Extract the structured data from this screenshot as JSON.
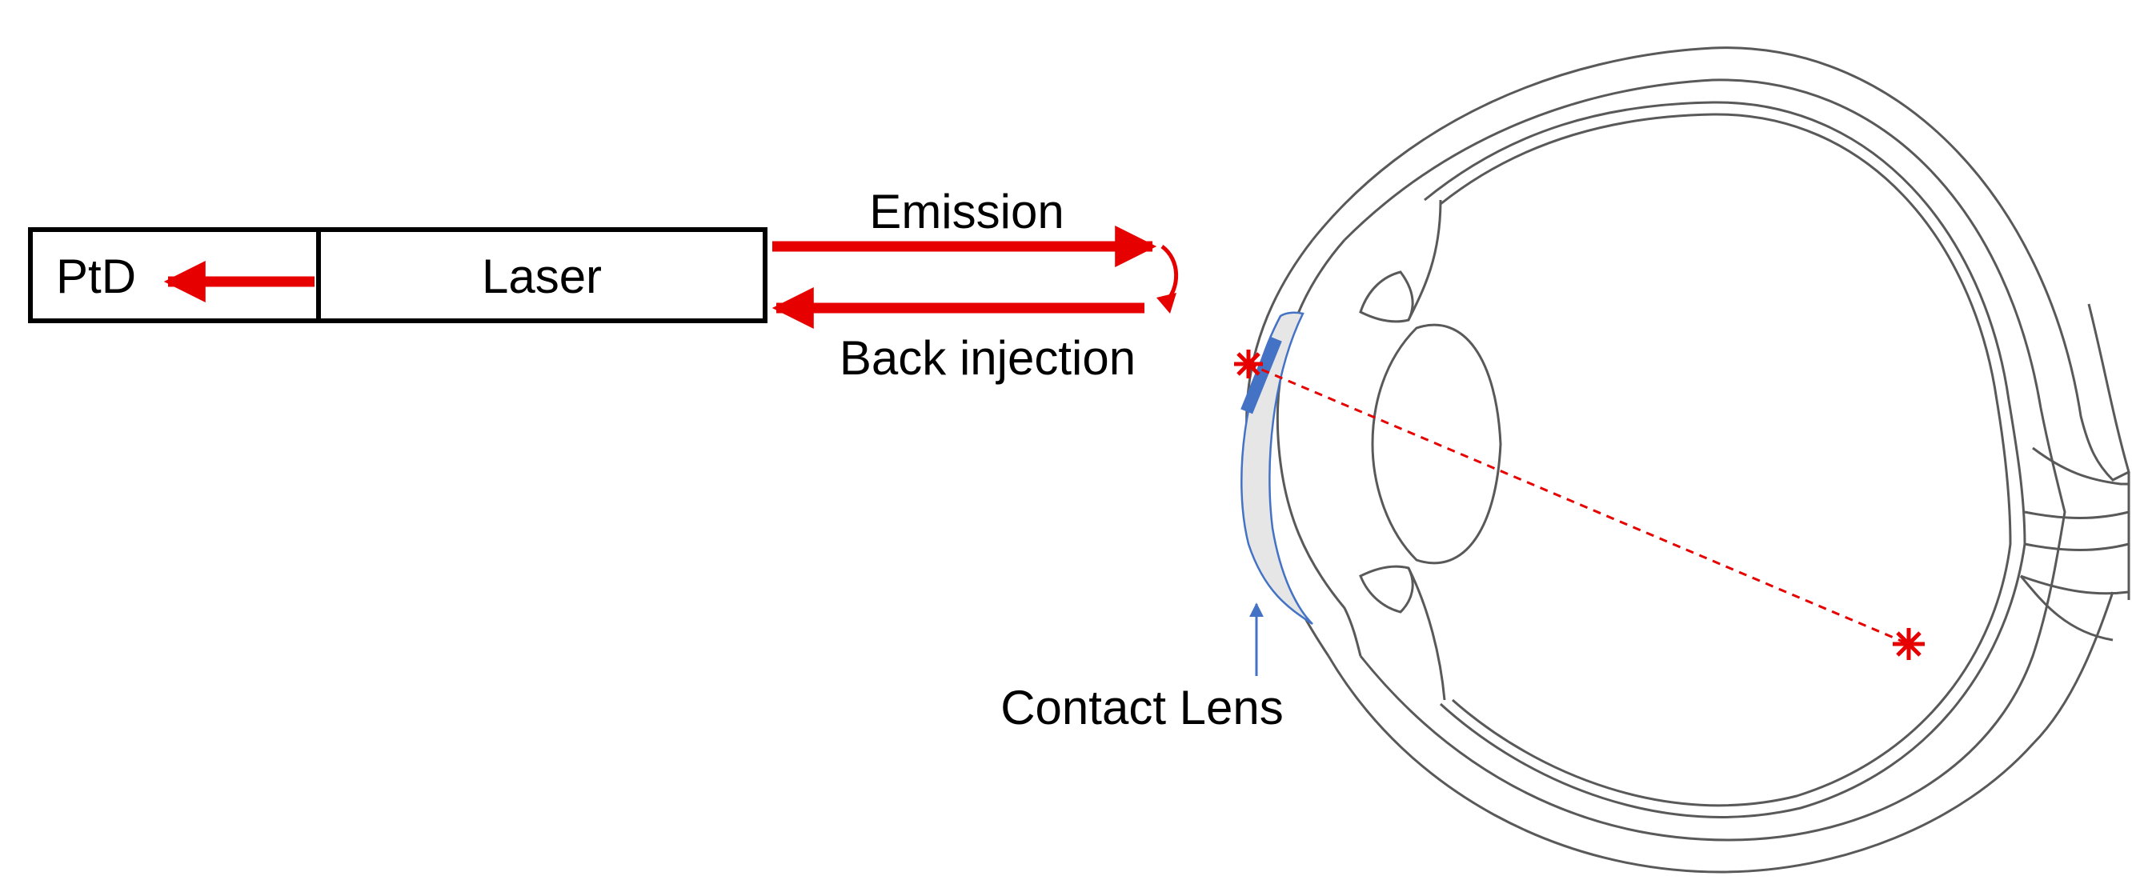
{
  "labels": {
    "ptd": "PtD",
    "laser": "Laser",
    "emission": "Emission",
    "back_injection": "Back injection",
    "contact_lens": "Contact Lens"
  },
  "colors": {
    "beam": "#e60000",
    "outline": "#000000",
    "eye_stroke": "#595959",
    "lens_fill": "#e6e6e6",
    "lens_stroke": "#4472c4",
    "sensor": "#4472c4",
    "pointer": "#4472c4",
    "spark": "#e60000"
  }
}
